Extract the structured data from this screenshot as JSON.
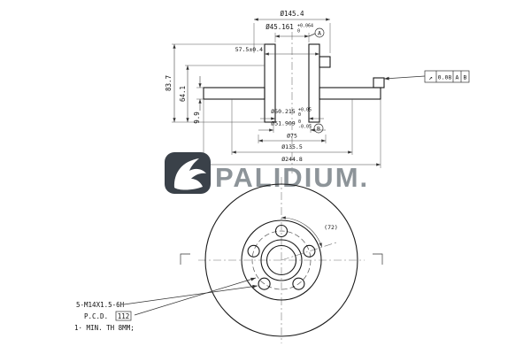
{
  "brand": {
    "name": "PALIDIUM.",
    "logo": "palidium-bird"
  },
  "section": {
    "dia_145": "Ø145.4",
    "dia_45": "Ø45.161",
    "dia_45_tol_hi": "+0.064",
    "dia_45_tol_lo": "0",
    "datum_a": "A",
    "width_57": "57.5±0.4",
    "h_83": "83.7",
    "h_64": "64.1",
    "t_9": "9.9",
    "dia_50": "Ø50.215",
    "dia_50_tol_hi": "+0.05",
    "dia_50_tol_lo": "0",
    "dia_51": "Ø51.909",
    "dia_51_tol_hi": "0",
    "dia_51_tol_lo": "-0.05",
    "datum_b": "B",
    "dia_75": "Ø75",
    "dia_135": "Ø135.5",
    "dia_244": "Ø244.8",
    "frame": {
      "symbol": "↗",
      "value": "0.08",
      "ref_a": "A",
      "ref_b": "B"
    }
  },
  "front": {
    "angle": "(72)",
    "thread_note": "5-M14X1.5-6H",
    "pcd_label": "P.C.D.",
    "pcd_value": "112",
    "thickness_note": "1· MIN. TH 8MM;"
  }
}
